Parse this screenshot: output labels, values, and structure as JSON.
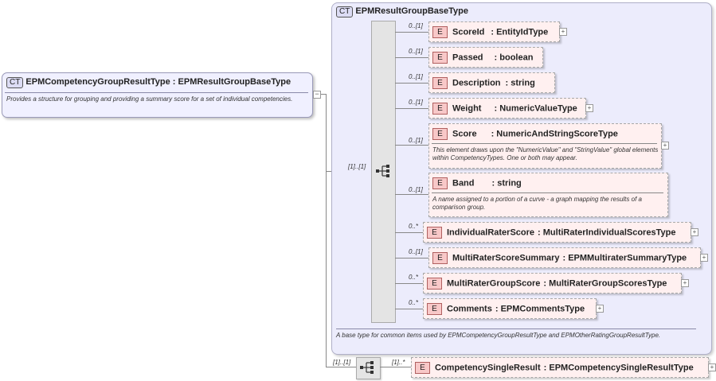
{
  "main_type": {
    "badge": "CT",
    "name": "EPMCompetencyGroupResultType",
    "base": "EPMResultGroupBaseType",
    "doc": "Provides a structure for grouping and providing a summary score for a set of individual competencies."
  },
  "base_type": {
    "badge": "CT",
    "name": "EPMResultGroupBaseType",
    "doc": "A base type for common items used by EPMCompetencyGroupResultType and EPMOtherRatingGroupResultType."
  },
  "sequence_cardinality": "[1]..[1]",
  "outer_sequence_cardinality": "[1]..[1]",
  "element_badge": "E",
  "elements": [
    {
      "card": "0..[1]",
      "name": "ScoreId",
      "type": ": EntityIdType",
      "expandable": true
    },
    {
      "card": "0..[1]",
      "name": "Passed",
      "type": ": boolean",
      "expandable": false
    },
    {
      "card": "0..[1]",
      "name": "Description",
      "type": ": string",
      "expandable": false
    },
    {
      "card": "0..[1]",
      "name": "Weight",
      "type": ": NumericValueType",
      "expandable": true
    },
    {
      "card": "0..[1]",
      "name": "Score",
      "type": ": NumericAndStringScoreType",
      "expandable": true,
      "doc": "This element draws upon the \"NumericValue\" and \"StringValue\" global elements within CompetencyTypes. One or both may appear."
    },
    {
      "card": "0..[1]",
      "name": "Band",
      "type": ": string",
      "expandable": false,
      "doc": "A name assigned to a portion of a curve - a graph mapping the results of a comparison group."
    },
    {
      "card": "0..*",
      "name": "IndividualRaterScore",
      "type": ": MultiRaterIndividualScoresType",
      "expandable": true
    },
    {
      "card": "0..[1]",
      "name": "MultiRaterScoreSummary",
      "type": ": EPMMultiraterSummaryType",
      "expandable": true
    },
    {
      "card": "0..*",
      "name": "MultiRaterGroupScore",
      "type": ": MultiRaterGroupScoresType",
      "expandable": true
    },
    {
      "card": "0..*",
      "name": "Comments",
      "type": ": EPMCommentsType",
      "expandable": true
    }
  ],
  "extra_element": {
    "card": "[1]..*",
    "name": "CompetencySingleResult",
    "type": ": EPMCompetencySingleResultType",
    "expandable": true
  }
}
